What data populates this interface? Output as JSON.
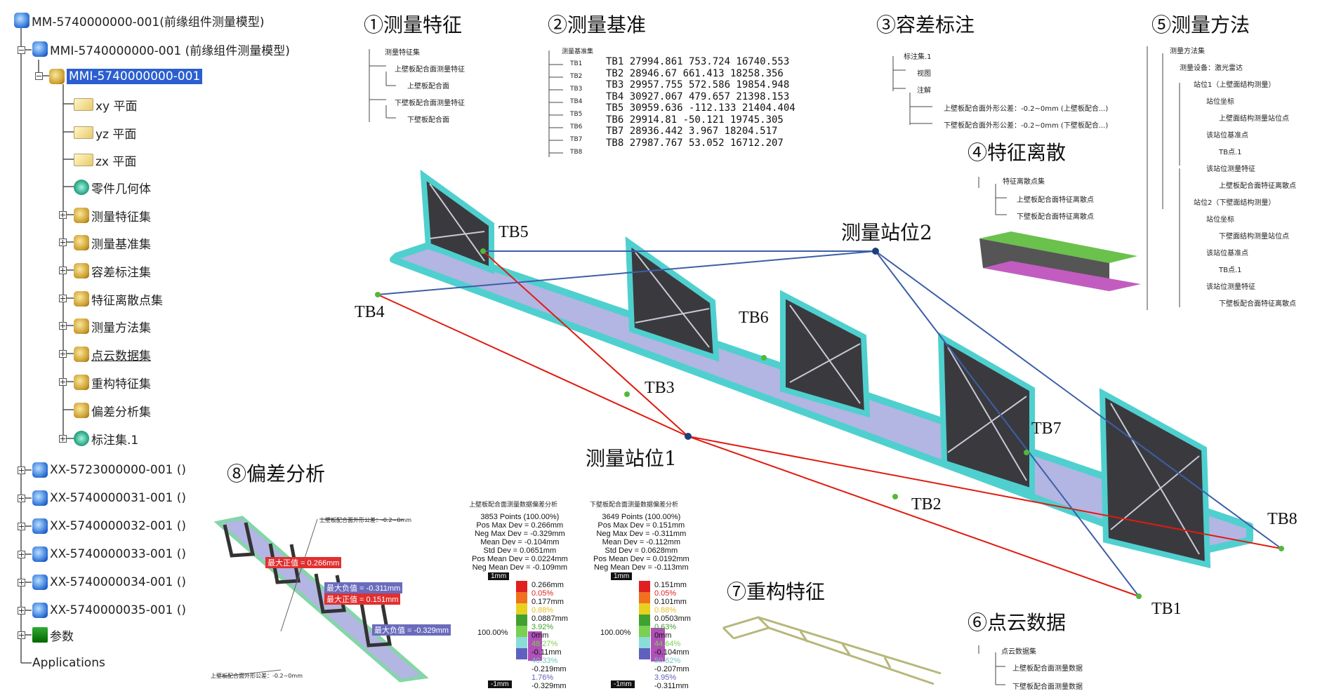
{
  "tree": {
    "items": [
      {
        "label": "MM-5740000000-001(前缘组件测量模型)"
      },
      {
        "label": "MMI-5740000000-001 (前缘组件测量模型)"
      },
      {
        "label": "MMI-5740000000-001"
      },
      {
        "label": "xy 平面"
      },
      {
        "label": "yz 平面"
      },
      {
        "label": "zx 平面"
      },
      {
        "label": "零件几何体"
      },
      {
        "label": "测量特征集"
      },
      {
        "label": "测量基准集"
      },
      {
        "label": "容差标注集"
      },
      {
        "label": "特征离散点集"
      },
      {
        "label": "测量方法集"
      },
      {
        "label": "点云数据集"
      },
      {
        "label": "重构特征集"
      },
      {
        "label": "偏差分析集"
      },
      {
        "label": "标注集.1"
      },
      {
        "label": "XX-5723000000-001 ()"
      },
      {
        "label": "XX-5740000031-001 ()"
      },
      {
        "label": "XX-5740000032-001 ()"
      },
      {
        "label": "XX-5740000033-001 ()"
      },
      {
        "label": "XX-5740000034-001 ()"
      },
      {
        "label": "XX-5740000035-001 ()"
      },
      {
        "label": "参数"
      },
      {
        "label": "Applications"
      }
    ]
  },
  "sections": {
    "s1": "①测量特征",
    "s2": "②测量基准",
    "s3": "③容差标注",
    "s4": "④特征离散",
    "s5": "⑤测量方法",
    "s6": "⑥点云数据",
    "s7": "⑦重构特征",
    "s8": "⑧偏差分析"
  },
  "feature_tree": [
    "测量特征集",
    "上壁板配合面测量特征",
    "上壁板配合面",
    "下壁板配合面测量特征",
    "下壁板配合面"
  ],
  "datum_tree": {
    "root": "测量基准集",
    "items": [
      "TB1",
      "TB2",
      "TB3",
      "TB4",
      "TB5",
      "TB6",
      "TB7",
      "TB8"
    ]
  },
  "datum_table": "TB1 27994.861 753.724 16740.553\nTB2 28946.67 661.413 18258.356\nTB3 29957.755 572.586 19854.948\nTB4 30927.067 479.657 21398.153\nTB5 30959.636 -112.133 21404.404\nTB6 29914.81 -50.121 19745.305\nTB7 28936.442 3.967 18204.517\nTB8 27987.767 53.052 16712.207",
  "tolerance_tree": [
    "标注集.1",
    "视图",
    "注解",
    "上壁板配合面外形公差：-0.2~0mm (上壁板配合...)",
    "下壁板配合面外形公差：-0.2~0mm (下壁板配合...)"
  ],
  "discrete_tree": [
    "特征离散点集",
    "上壁板配合面特征离散点",
    "下壁板配合面特征离散点"
  ],
  "method_tree": [
    "测量方法集",
    "测量设备：激光雷达",
    "站位1（上壁面结构测量）",
    "站位坐标",
    "上壁面结构测量站位点",
    "该站位基准点",
    "TB点.1",
    "该站位测量特征",
    "上壁板配合面特征离散点",
    "站位2（下壁面结构测量）",
    "站位坐标",
    "下壁面结构测量站位点",
    "该站位基准点",
    "TB点.1",
    "该站位测量特征",
    "下壁板配合面特征离散点"
  ],
  "cloud_tree": [
    "点云数据集",
    "上壁板配合面测量数据",
    "下壁板配合面测量数据"
  ],
  "main_labels": {
    "TB1": "TB1",
    "TB2": "TB2",
    "TB3": "TB3",
    "TB4": "TB4",
    "TB5": "TB5",
    "TB6": "TB6",
    "TB7": "TB7",
    "TB8": "TB8",
    "station1": "测量站位1",
    "station2": "测量站位2"
  },
  "deviation": {
    "callout_top": "上壁板配合面外形公差：-0.2~0mm",
    "callout_bottom": "上壁板配合面外形公差：-0.2~0mm",
    "tags": [
      "最大正值 = 0.266mm",
      "最大负值 = -0.311mm",
      "最大正值 = 0.151mm",
      "最大负值 = -0.329mm"
    ],
    "panels": [
      {
        "title": "上壁板配合面测量数据偏差分析",
        "stats": "3853 Points (100.00%)\nPos Max Dev = 0.266mm\nNeg Max Dev = -0.329mm\nMean Dev = -0.104mm\nStd Dev = 0.0651mm\nPos Mean Dev = 0.0224mm\nNeg Mean Dev = -0.109mm",
        "top": "1mm",
        "bottom": "-1mm",
        "total": "100.00%",
        "scale": [
          "0.266mm",
          "0.05%",
          "0.177mm",
          "0.88%",
          "0.0887mm",
          "3.92%",
          "0mm",
          "48.27%",
          "-0.11mm",
          "40.33%",
          "-0.219mm",
          "1.76%",
          "-0.329mm"
        ]
      },
      {
        "title": "下壁板配合面测量数据偏差分析",
        "stats": "3649 Points (100.00%)\nPos Max Dev = 0.151mm\nNeg Max Dev = -0.311mm\nMean Dev = -0.112mm\nStd Dev = 0.0628mm\nPos Mean Dev = 0.0192mm\nNeg Mean Dev = -0.113mm",
        "top": "1mm",
        "bottom": "-1mm",
        "total": "100.00%",
        "scale": [
          "0.151mm",
          "0.05%",
          "0.101mm",
          "0.88%",
          "0.0503mm",
          "0.63%",
          "0mm",
          "44.64%",
          "-0.104mm",
          "50.62%",
          "-0.207mm",
          "3.95%",
          "-0.311mm"
        ]
      }
    ]
  },
  "colors": {
    "selection": "#2b5fcf",
    "cloud": "#4fd0cf",
    "plate": "#b3b5e3",
    "red_line": "#e01b10",
    "blue_line": "#3c5fa8",
    "green_point": "#53b83a"
  }
}
